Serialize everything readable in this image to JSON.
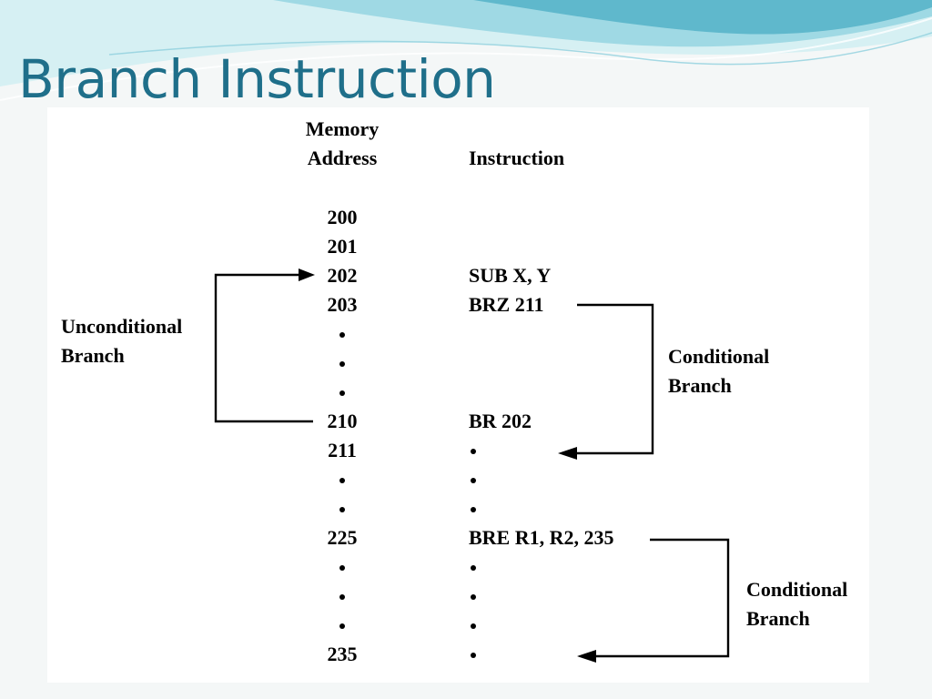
{
  "slide": {
    "title": "Branch Instruction"
  },
  "diagram": {
    "headers": {
      "address_line1": "Memory",
      "address_line2": "Address",
      "instruction": "Instruction"
    },
    "rows": [
      {
        "address": "200",
        "instruction": ""
      },
      {
        "address": "201",
        "instruction": ""
      },
      {
        "address": "202",
        "instruction": "SUB X, Y"
      },
      {
        "address": "203",
        "instruction": "BRZ 211"
      },
      {
        "address": "•",
        "instruction": ""
      },
      {
        "address": "•",
        "instruction": ""
      },
      {
        "address": "•",
        "instruction": ""
      },
      {
        "address": "210",
        "instruction": "BR 202"
      },
      {
        "address": "211",
        "instruction": "•"
      },
      {
        "address": "•",
        "instruction": "•"
      },
      {
        "address": "•",
        "instruction": "•"
      },
      {
        "address": "225",
        "instruction": "BRE R1, R2, 235"
      },
      {
        "address": "•",
        "instruction": "•"
      },
      {
        "address": "•",
        "instruction": "•"
      },
      {
        "address": "•",
        "instruction": "•"
      },
      {
        "address": "235",
        "instruction": "•"
      }
    ],
    "labels": {
      "unconditional": [
        "Unconditional",
        "Branch"
      ],
      "conditional_1": [
        "Conditional",
        "Branch"
      ],
      "conditional_2": [
        "Conditional",
        "Branch"
      ]
    }
  },
  "colors": {
    "title": "#1f6f8a",
    "wave_light": "#bfe8ee",
    "wave_mid": "#7dc8d8",
    "wave_dark": "#2f9fb8"
  }
}
